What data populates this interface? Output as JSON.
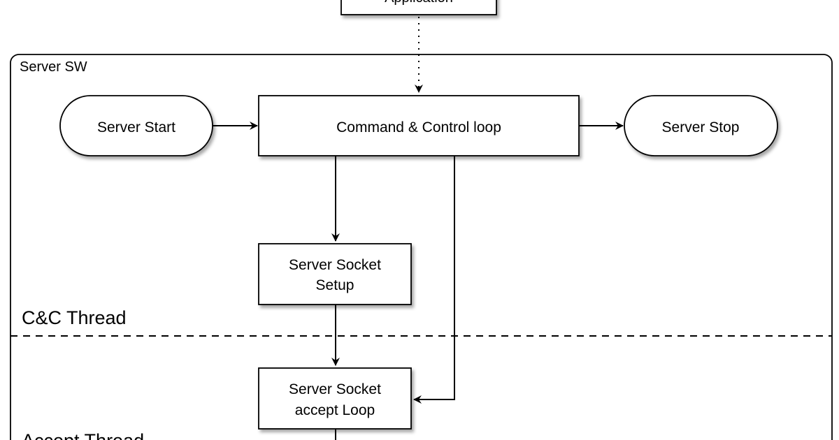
{
  "diagram": {
    "nodes": {
      "app": {
        "label": "Application"
      },
      "start": {
        "label": "Server Start"
      },
      "cc_loop": {
        "label": "Command & Control loop"
      },
      "stop": {
        "label": "Server Stop"
      },
      "socket_setup": {
        "line1": "Server Socket",
        "line2": "Setup"
      },
      "accept_loop": {
        "line1": "Server Socket",
        "line2": "accept Loop"
      }
    },
    "containers": {
      "server_sw": "Server SW",
      "cc_thread": "C&C Thread",
      "accept_thread": "Accept Thread"
    },
    "colors": {
      "stroke": "#000000",
      "fill": "#ffffff",
      "shadow": "#bdbdbd"
    }
  }
}
